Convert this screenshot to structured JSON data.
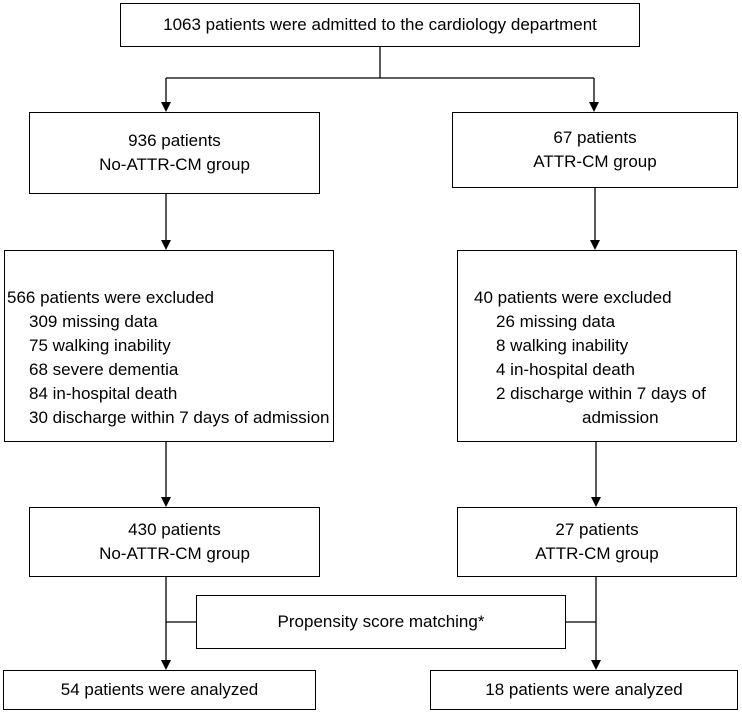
{
  "top": {
    "text": "1063 patients were admitted to the cardiology department"
  },
  "left_group": {
    "line1": "936 patients",
    "line2": "No-ATTR-CM group"
  },
  "right_group": {
    "line1": "67 patients",
    "line2": "ATTR-CM group"
  },
  "left_excluded": {
    "header": "566 patients were excluded",
    "items": [
      "309 missing data",
      "75 walking inability",
      "68 severe dementia",
      "84 in-hospital death",
      "30 discharge within 7 days of admission"
    ]
  },
  "right_excluded": {
    "header": "40 patients were excluded",
    "items": [
      "26 missing data",
      "8 walking inability",
      "4 in-hospital death",
      "2 discharge within 7 days of",
      "admission"
    ]
  },
  "left_remaining": {
    "line1": "430 patients",
    "line2": "No-ATTR-CM group"
  },
  "right_remaining": {
    "line1": "27 patients",
    "line2": "ATTR-CM group"
  },
  "matching": {
    "text": "Propensity score matching*"
  },
  "left_analyzed": {
    "text": "54 patients were analyzed"
  },
  "right_analyzed": {
    "text": "18 patients were analyzed"
  }
}
